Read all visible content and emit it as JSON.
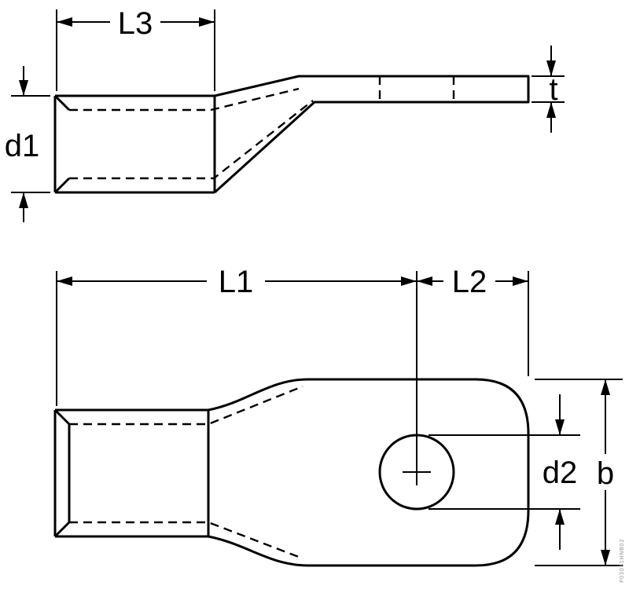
{
  "colors": {
    "line": "#000000",
    "background": "#ffffff",
    "watermark": "#999999"
  },
  "labels": {
    "L3": "L3",
    "d1": "d1",
    "t": "t",
    "L1": "L1",
    "L2": "L2",
    "d2": "d2",
    "b": "b"
  },
  "watermark": "P03031HNB02"
}
